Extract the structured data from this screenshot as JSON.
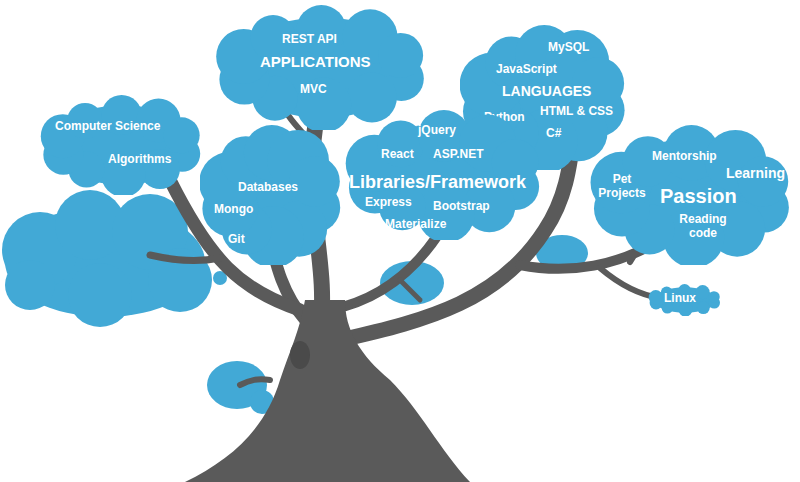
{
  "diagram": {
    "nodes": [
      {
        "text": [
          "REST API",
          "APPLICATIONS",
          "MVC"
        ]
      },
      {
        "text": [
          "MySQL",
          "JavaScript",
          "LANGUAGES",
          "Python",
          "HTML & CSS",
          "C#"
        ]
      },
      {
        "text": [
          "Computer Science",
          "Algorithms"
        ]
      },
      {
        "text": [
          "jQuery",
          "React",
          "ASP.NET",
          "Libraries/Framework",
          "Express",
          "Bootstrap",
          "Materialize"
        ]
      },
      {
        "text": [
          "Databases",
          "Mongo",
          "Git"
        ]
      },
      {
        "text": [
          "Mentorship",
          "Pet Projects",
          "Learning",
          "Passion",
          "Reading code"
        ]
      },
      {
        "text": [
          "Linux"
        ]
      }
    ]
  }
}
